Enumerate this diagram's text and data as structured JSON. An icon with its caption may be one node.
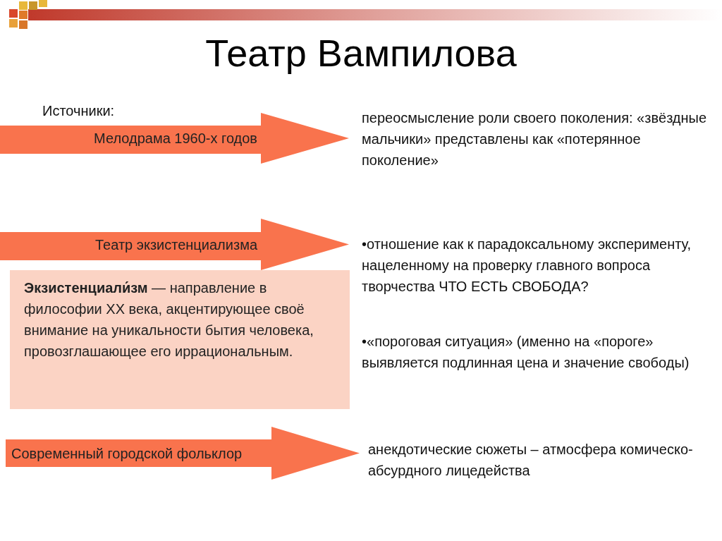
{
  "diagram": {
    "title": "Театр Вампилова",
    "nodes": [
      {
        "text": [
          "Мелодрама 1960-х годов"
        ]
      },
      {
        "text": [
          "Театр экзистенциализма"
        ]
      },
      {
        "text": [
          "**Экзистенциали́зм** — направление в философии XX века, акцентирующее своё внимание на уникальности бытия человека, провозглашающее его иррациональным."
        ]
      },
      {
        "text": [
          "Современный городской фольклор"
        ]
      }
    ],
    "labels": [
      "Источники:",
      "переосмысление роли своего поколения: «звёздные мальчики» представлены как «потерянное поколение»",
      "•отношение как к парадоксальному эксперименту, нацеленному на проверку главного вопроса творчества ЧТО ЕСТЬ СВОБОДА?",
      "•«пороговая ситуация» (именно на «пороге» выявляется подлинная цена и значение свободы)",
      "анекдотические сюжеты – атмосфера комическо-абсурдного лицедейства"
    ]
  }
}
